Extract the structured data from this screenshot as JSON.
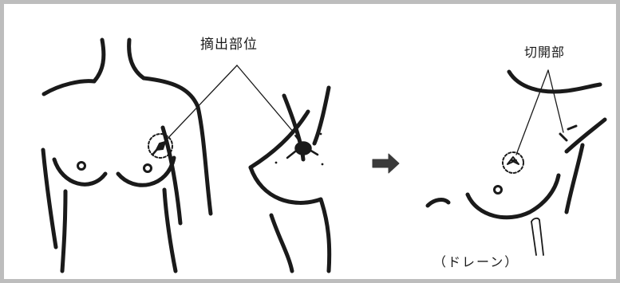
{
  "labels": {
    "excision_site": "摘出部位",
    "incision_site": "切開部",
    "drain": "（ドレーン）"
  },
  "colors": {
    "line": "#1a1a1a",
    "frame": "#bdbdbd",
    "arrow": "#3a3a3a",
    "background": "#ffffff"
  },
  "icons": {
    "transition": "right-arrow-icon"
  }
}
